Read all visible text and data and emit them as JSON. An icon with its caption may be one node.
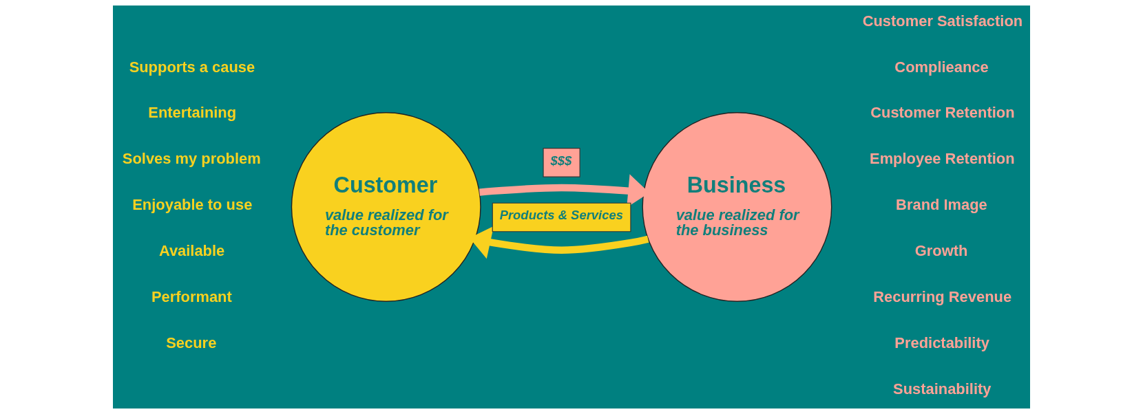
{
  "diagram": {
    "nodes": [
      {
        "text": [
          "Customer",
          "value realized for the customer"
        ],
        "beside": [
          "Supports a cause",
          "Entertaining",
          "Solves my problem",
          "Enjoyable to use",
          "Available",
          "Performant",
          "Secure"
        ]
      },
      {
        "text": [
          "Business",
          "value realized for the business"
        ],
        "beside": [
          "Customer Satisfaction",
          "Complieance",
          "Customer Retention",
          "Employee Retention",
          "Brand Image",
          "Growth",
          "Recurring Revenue",
          "Predictability",
          "Sustainability"
        ]
      }
    ],
    "edges": [
      {
        "from": 1,
        "to": 0,
        "arrow": "to",
        "label": "Products & Services",
        "color": "#f9d11f"
      },
      {
        "from": 0,
        "to": 1,
        "arrow": "to",
        "label": "$$$",
        "color": "#ffa296"
      }
    ]
  }
}
